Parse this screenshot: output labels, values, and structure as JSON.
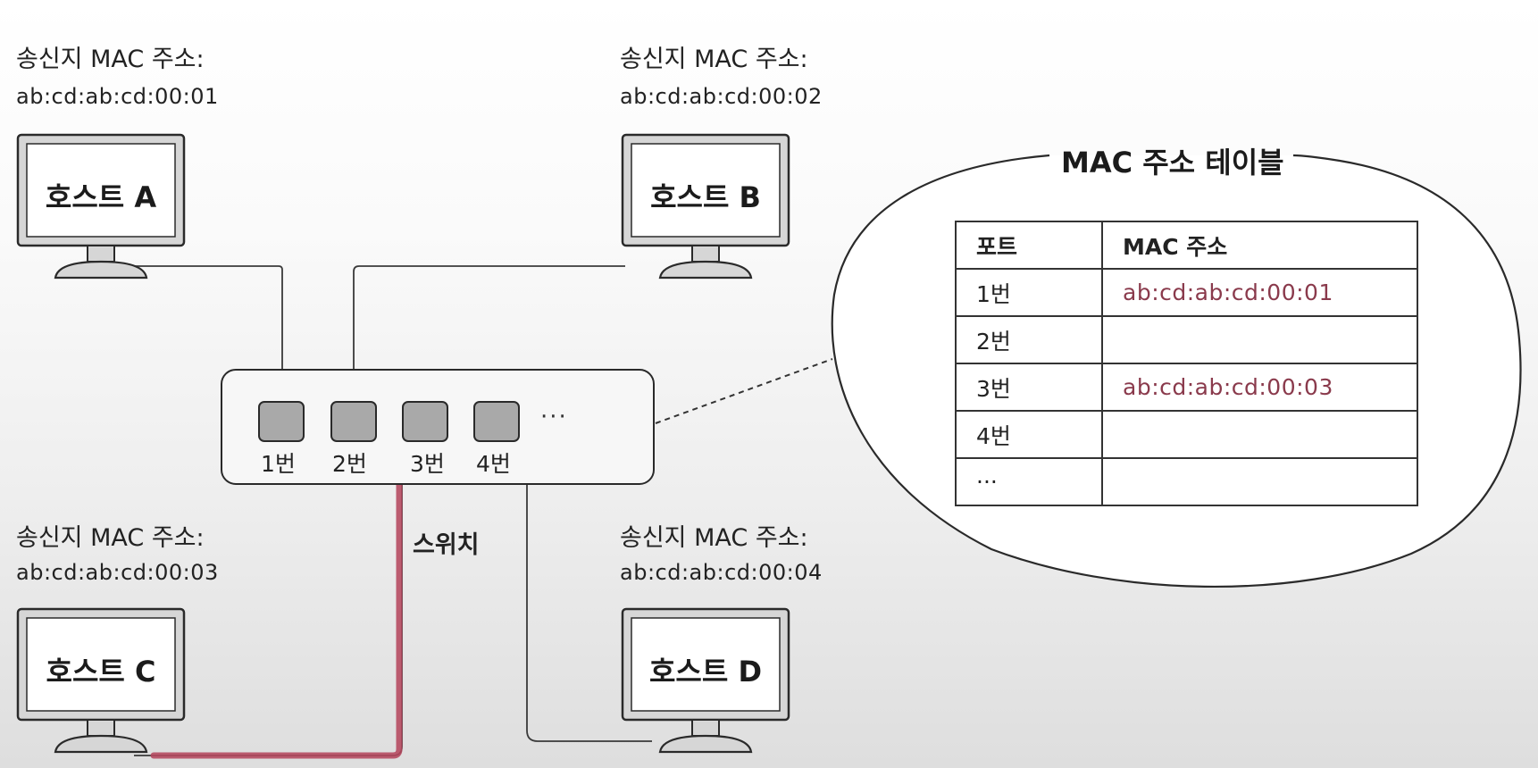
{
  "hosts": [
    {
      "id": "a",
      "label": "송신지 MAC 주소:",
      "mac": "ab:cd:ab:cd:00:01",
      "name": "호스트 A"
    },
    {
      "id": "b",
      "label": "송신지 MAC 주소:",
      "mac": "ab:cd:ab:cd:00:02",
      "name": "호스트 B"
    },
    {
      "id": "c",
      "label": "송신지 MAC 주소:",
      "mac": "ab:cd:ab:cd:00:03",
      "name": "호스트 C"
    },
    {
      "id": "d",
      "label": "송신지 MAC 주소:",
      "mac": "ab:cd:ab:cd:00:04",
      "name": "호스트 D"
    }
  ],
  "switch": {
    "label": "스위치",
    "ports": [
      "1번",
      "2번",
      "3번",
      "4번"
    ],
    "more": "···"
  },
  "mac_table": {
    "title": "MAC 주소 테이블",
    "headers": [
      "포트",
      "MAC 주소"
    ],
    "rows": [
      [
        "1번",
        "ab:cd:ab:cd:00:01"
      ],
      [
        "2번",
        ""
      ],
      [
        "3번",
        "ab:cd:ab:cd:00:03"
      ],
      [
        "4번",
        ""
      ],
      [
        "···",
        ""
      ]
    ]
  },
  "colors": {
    "highlight_path": "#b5485f",
    "learned_address_text": "#8a3a4c",
    "port_fill": "#a9a9a9",
    "line": "#333333"
  }
}
